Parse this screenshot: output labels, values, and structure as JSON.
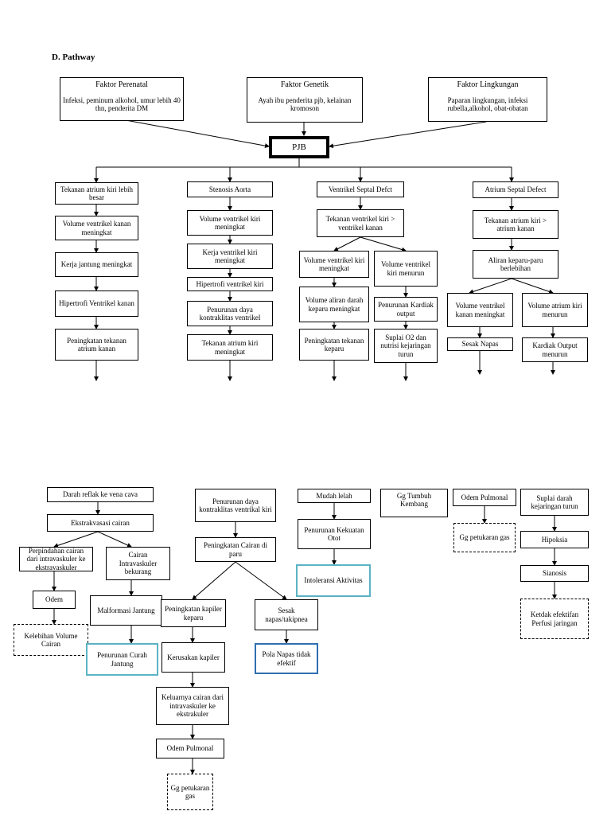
{
  "heading": "D. Pathway",
  "factors": {
    "perenatal": {
      "title": "Faktor Perenatal",
      "desc": "Infeksi, peminum alkohol, umur lebih 40 thn, penderita DM"
    },
    "genetik": {
      "title": "Faktor Genetik",
      "desc": "Ayah ibu penderita pjb, kelainan kromoson"
    },
    "lingkungan": {
      "title": "Faktor Lingkungan",
      "desc": "Paparan lingkungan, infeksi rubella,alkohol, obat-obatan"
    }
  },
  "pjb": "PJB",
  "col1": [
    "Tekanan atrium kiri lebih besar",
    "Volume ventrikel kanan meningkat",
    "Kerja jantung meningkat",
    "Hipertrofi Ventrikel kanan",
    "Peningkatan tekanan atrium kanan"
  ],
  "col2": [
    "Stenosis Aorta",
    "Volume ventrikel kiri meningkat",
    "Kerja ventrikel kiri meningkat",
    "Hipertrofi ventrikel kiri",
    "Penurunan daya kontraklitas ventrikel",
    "Tekanan atrium kiri meningkat"
  ],
  "col3": {
    "head": "Ventrikel Septal Defct",
    "sub": "Tekanan ventrikel kiri > ventrikel kanan",
    "left": [
      "Volume ventrikel kiri meningkat",
      "Volume aliran darah keparu meningkat",
      "Peningkatan tekanan keparu"
    ],
    "right": [
      "Volume ventrikel kiri menurun",
      "Penurunan Kardiak output",
      "Suplai O2 dan nutrisi kejaringan turun"
    ]
  },
  "col4": {
    "head": "Atrium Septal Defect",
    "sub": "Tekanan atrium kiri > atrium kanan",
    "sub2": "Aliran keparu-paru berlebihan",
    "left": [
      "Volume ventrikel kanan meningkat",
      "Sesak Napas"
    ],
    "right": [
      "Volume atrium kiri menurun",
      "Kardiak Output menurun"
    ]
  },
  "lower": {
    "refluks": "Darah reflak ke vena cava",
    "ekstravasasi": "Ekstrakvasasi cairan",
    "perpindahan": "Perpindahan cairan dari intravaskuler ke ekstravaskuler",
    "cairan_kurang": "Cairan Intravaskuler bekurang",
    "odem": "Odem",
    "kelebihan": "Kelebihan Volume Cairan",
    "malformasi": "Malformasi Jantung",
    "curah": "Penurunan Curah Jantung",
    "penurunan_daya": "Penurunan daya kontraklitas ventrikal kiri",
    "peningkatan_cairan": "Peningkatan Cairan di paru",
    "kapiler": "Peningkatan kapiler keparu",
    "kerusakan": "Kerusakan kapiler",
    "keluarnya": "Keluarnya cairan dari intravaskuler ke ekstrakuler",
    "odem_pulmonal": "Odem Pulmonal",
    "gg_gas": "Gg petukaran gas",
    "sesak": "Sesak napas/takipnea",
    "pola": "Pola Napas tidak efektif",
    "lelah": "Mudah lelah",
    "otot": "Penurunan Kekuatan Otot",
    "intoleransi": "Intoleransi Aktivitas",
    "tumbuh": "Gg Tumbuh Kembang",
    "odem_pulmonal2": "Odem Pulmonal",
    "gg_gas2": "Gg petukaran gas",
    "suplai": "Suplai darah kejaringan turun",
    "hipoksia": "Hipoksia",
    "sianosis": "Sianosis",
    "perfusi": "Ketdak efektifan Perfusi jaringan"
  }
}
